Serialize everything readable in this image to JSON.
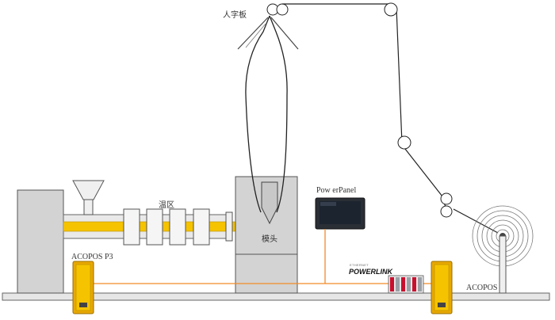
{
  "labels": {
    "herringbone_board": "人字板",
    "temperature_zone": "温区",
    "die_head": "模头",
    "powerpanel": "Pow erPanel",
    "acopos_p3": "ACOPOS P3",
    "acopos": "ACOPOS",
    "powerlink_caption": "ETHERNET",
    "powerlink_brand": "POWERLINK"
  },
  "colors": {
    "barrel_yellow": "#f6c300",
    "drive_amber": "#e8a800",
    "fieldbus_orange": "#f28c28",
    "machine_gray": "#d3d3d3",
    "outline": "#444444",
    "panel_screen": "#1c2430",
    "io_red": "#c8102e"
  }
}
